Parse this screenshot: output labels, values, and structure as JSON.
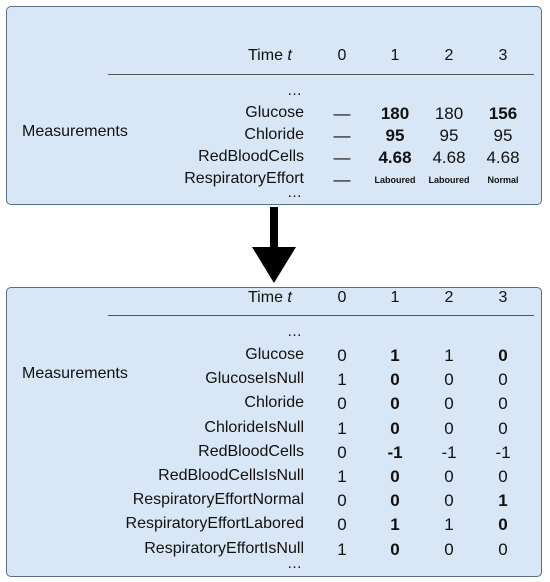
{
  "top": {
    "time_label": "Time",
    "time_var": "t",
    "columns": [
      "0",
      "1",
      "2",
      "3"
    ],
    "group_label": "Measurements",
    "ellipsis_top": "…",
    "ellipsis_bottom": "…",
    "rows": [
      {
        "label": "Glucose",
        "values": [
          "—",
          "180",
          "180",
          "156"
        ],
        "bold": [
          false,
          true,
          false,
          true
        ]
      },
      {
        "label": "Chloride",
        "values": [
          "—",
          "95",
          "95",
          "95"
        ],
        "bold": [
          false,
          true,
          false,
          false
        ]
      },
      {
        "label": "RedBloodCells",
        "values": [
          "—",
          "4.68",
          "4.68",
          "4.68"
        ],
        "bold": [
          false,
          true,
          false,
          false
        ]
      },
      {
        "label": "RespiratoryEffort",
        "values": [
          "—",
          "Laboured",
          "Laboured",
          "Normal"
        ],
        "bold": [
          false,
          true,
          true,
          true
        ]
      }
    ]
  },
  "bottom": {
    "time_label": "Time",
    "time_var": "t",
    "columns": [
      "0",
      "1",
      "2",
      "3"
    ],
    "group_label": "Measurements",
    "ellipsis_top": "…",
    "ellipsis_bottom": "…",
    "rows": [
      {
        "label": "Glucose",
        "values": [
          "0",
          "1",
          "1",
          "0"
        ],
        "bold": [
          false,
          true,
          false,
          true
        ]
      },
      {
        "label": "GlucoseIsNull",
        "values": [
          "1",
          "0",
          "0",
          "0"
        ],
        "bold": [
          false,
          true,
          false,
          false
        ]
      },
      {
        "label": "Chloride",
        "values": [
          "0",
          "0",
          "0",
          "0"
        ],
        "bold": [
          false,
          true,
          false,
          false
        ]
      },
      {
        "label": "ChlorideIsNull",
        "values": [
          "1",
          "0",
          "0",
          "0"
        ],
        "bold": [
          false,
          true,
          false,
          false
        ]
      },
      {
        "label": "RedBloodCells",
        "values": [
          "0",
          "-1",
          "-1",
          "-1"
        ],
        "bold": [
          false,
          true,
          false,
          false
        ]
      },
      {
        "label": "RedBloodCellsIsNull",
        "values": [
          "1",
          "0",
          "0",
          "0"
        ],
        "bold": [
          false,
          true,
          false,
          false
        ]
      },
      {
        "label": "RespiratoryEffortNormal",
        "values": [
          "0",
          "0",
          "0",
          "1"
        ],
        "bold": [
          false,
          true,
          false,
          true
        ]
      },
      {
        "label": "RespiratoryEffortLabored",
        "values": [
          "0",
          "1",
          "1",
          "0"
        ],
        "bold": [
          false,
          true,
          false,
          true
        ]
      },
      {
        "label": "RespiratoryEffortIsNull",
        "values": [
          "1",
          "0",
          "0",
          "0"
        ],
        "bold": [
          false,
          true,
          false,
          false
        ]
      }
    ]
  }
}
